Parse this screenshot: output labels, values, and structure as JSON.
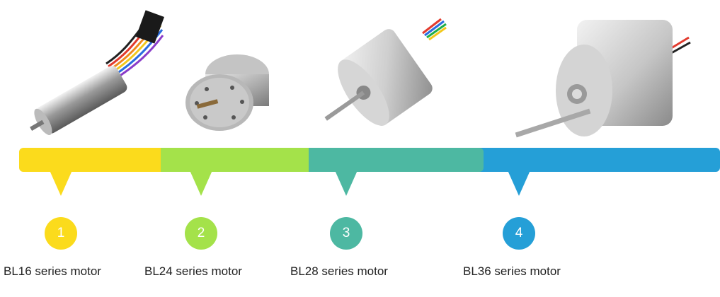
{
  "colors": {
    "yellow": "#FBDB1C",
    "green": "#A4E24A",
    "teal": "#4DB8A2",
    "blue": "#259FD7"
  },
  "timeline": [
    {
      "number": "1",
      "label": "BL16 series motor",
      "color": "#FBDB1C"
    },
    {
      "number": "2",
      "label": "BL24 series motor",
      "color": "#A4E24A"
    },
    {
      "number": "3",
      "label": "BL28 series motor",
      "color": "#4DB8A2"
    },
    {
      "number": "4",
      "label": "BL36 series motor",
      "color": "#259FD7"
    }
  ]
}
